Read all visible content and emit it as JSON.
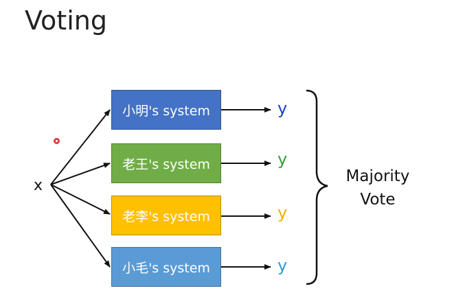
{
  "title": "Voting",
  "input_label": "x",
  "systems": [
    {
      "label": "小明's system",
      "box_color": "#4472C4",
      "border_color": "#2F528F",
      "output": "y",
      "output_color": "#1F3FBF"
    },
    {
      "label": "老王's system",
      "box_color": "#70AD47",
      "border_color": "#507E32",
      "output": "y",
      "output_color": "#3A9A3A"
    },
    {
      "label": "老李's system",
      "box_color": "#FFC000",
      "border_color": "#BC8C00",
      "output": "y",
      "output_color": "#F0B000"
    },
    {
      "label": "小毛's system",
      "box_color": "#5B9BD5",
      "border_color": "#41719C",
      "output": "y",
      "output_color": "#2E9BD6"
    }
  ],
  "aggregation": {
    "line1": "Majority",
    "line2": "Vote"
  }
}
